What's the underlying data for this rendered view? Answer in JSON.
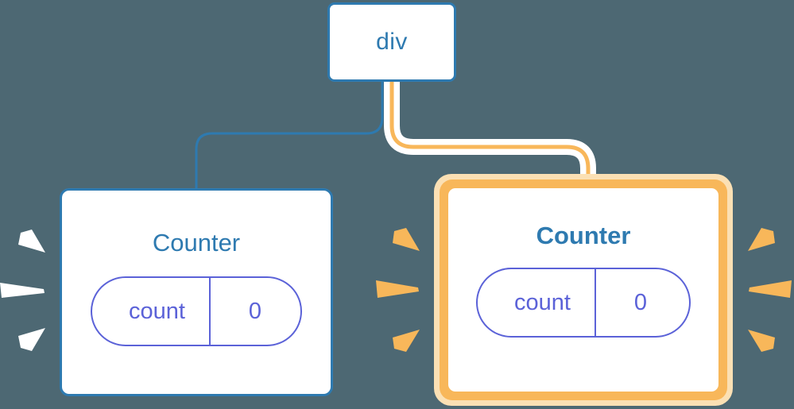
{
  "diagram": {
    "title": "React component tree re-render highlight",
    "background_color": "#4d6873",
    "colors": {
      "blue": "#2e7ab0",
      "orange": "#f8b75a",
      "orange_glow": "#fbe0b4",
      "indigo": "#5b62d8",
      "white": "#ffffff"
    }
  },
  "nodes": {
    "root": {
      "label": "div",
      "border_color": "#2e7ab0",
      "highlighted": false
    },
    "counter_left": {
      "title": "Counter",
      "highlighted": false,
      "border_color": "#2e7ab0",
      "state": {
        "key": "count",
        "value": "0"
      }
    },
    "counter_right": {
      "title": "Counter",
      "highlighted": true,
      "border_color": "#f8b75a",
      "state": {
        "key": "count",
        "value": "0"
      }
    }
  },
  "edges": [
    {
      "name": "edge-div-to-counter-left",
      "from": "root",
      "to": "counter_left",
      "color": "#2e7ab0",
      "width": 3,
      "highlighted": false
    },
    {
      "name": "edge-div-to-counter-right",
      "from": "root",
      "to": "counter_right",
      "color": "#f8b75a",
      "width": 5,
      "highlighted": true
    }
  ],
  "sparks": {
    "left_of_counter_left": {
      "color": "#ffffff",
      "count": 3
    },
    "left_of_counter_right": {
      "color": "#f8b75a",
      "count": 3
    },
    "right_of_counter_right": {
      "color": "#f8b75a",
      "count": 3
    }
  }
}
